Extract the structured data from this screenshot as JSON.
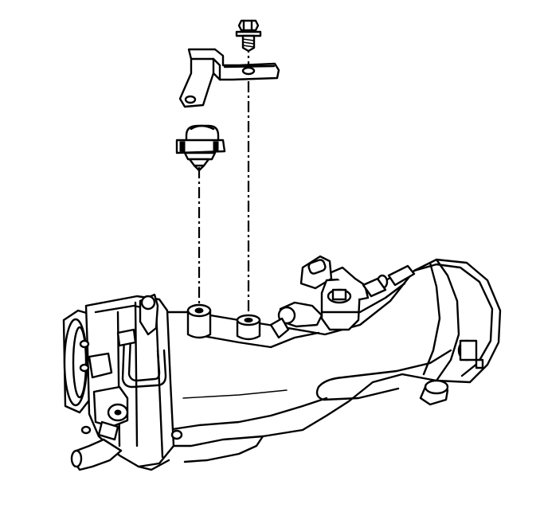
{
  "figure": {
    "parts": [
      {
        "name": "mounting-bolt"
      },
      {
        "name": "sensor-bracket"
      },
      {
        "name": "sensor"
      },
      {
        "name": "bracket-stud-boss"
      },
      {
        "name": "sensor-stud-boss"
      },
      {
        "name": "intake-plenum"
      },
      {
        "name": "throttle-body"
      }
    ]
  }
}
